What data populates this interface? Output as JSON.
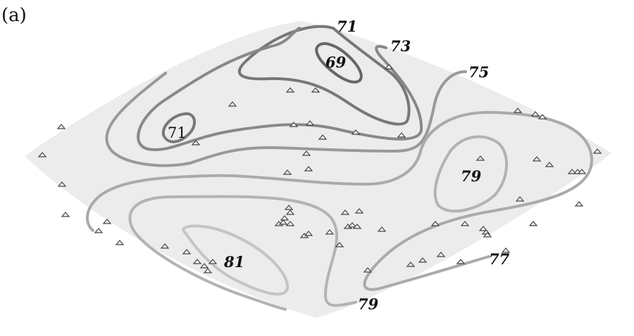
{
  "panel_label": "(a)",
  "contour_labels": [
    "71",
    "73",
    "69",
    "75",
    "71",
    "79",
    "81",
    "77",
    "79"
  ],
  "colors": {
    "background": "#ffffff",
    "disk": "#ececec",
    "c69": "#666666",
    "c71": "#777777",
    "c73": "#888888",
    "c75": "#999999",
    "c77": "#aaaaaa",
    "c79": "#b3b3b3",
    "c81": "#c4c4c4",
    "marker": "#444444"
  },
  "icons": {
    "site_marker": "triangle-marker-icon"
  }
}
